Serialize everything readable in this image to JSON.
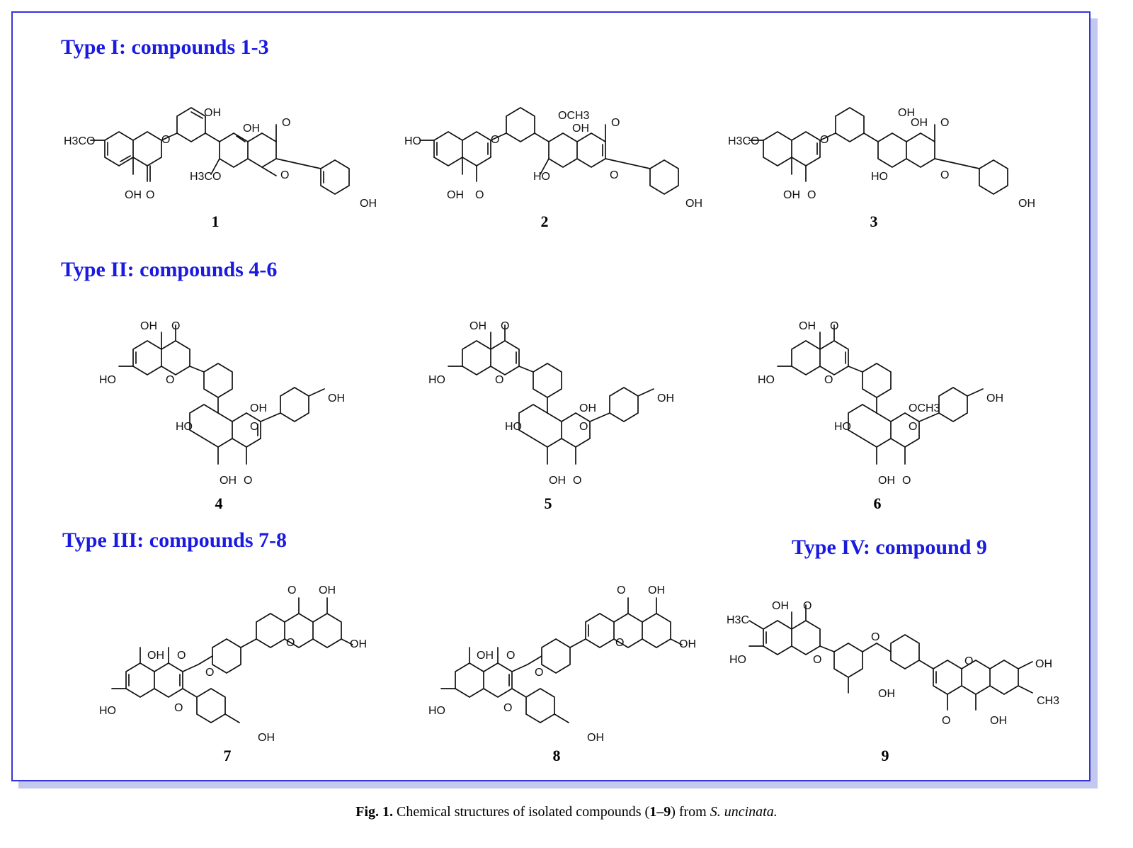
{
  "sections": [
    {
      "title": "Type I: compounds 1-3",
      "compounds": [
        "1",
        "2",
        "3"
      ]
    },
    {
      "title": "Type II: compounds 4-6",
      "compounds": [
        "4",
        "5",
        "6"
      ]
    },
    {
      "title": "Type III: compounds 7-8",
      "compounds": [
        "7",
        "8"
      ]
    },
    {
      "title": "Type IV: compound 9",
      "compounds": [
        "9"
      ]
    }
  ],
  "labels": {
    "H3CO": "H3CO",
    "OCH3": "OCH3",
    "H3C": "H3C",
    "CH3": "CH3",
    "OH": "OH",
    "HO": "HO",
    "O": "O"
  },
  "caption": {
    "fig": "Fig. 1.",
    "text_before": "Chemical structures of isolated compounds (",
    "range": "1–9",
    "text_after": ") from",
    "species": "S. uncinata."
  },
  "colors": {
    "frame_border": "#3535d6",
    "frame_shadow": "#c3c9ee",
    "title_color": "#1a1ae0"
  }
}
